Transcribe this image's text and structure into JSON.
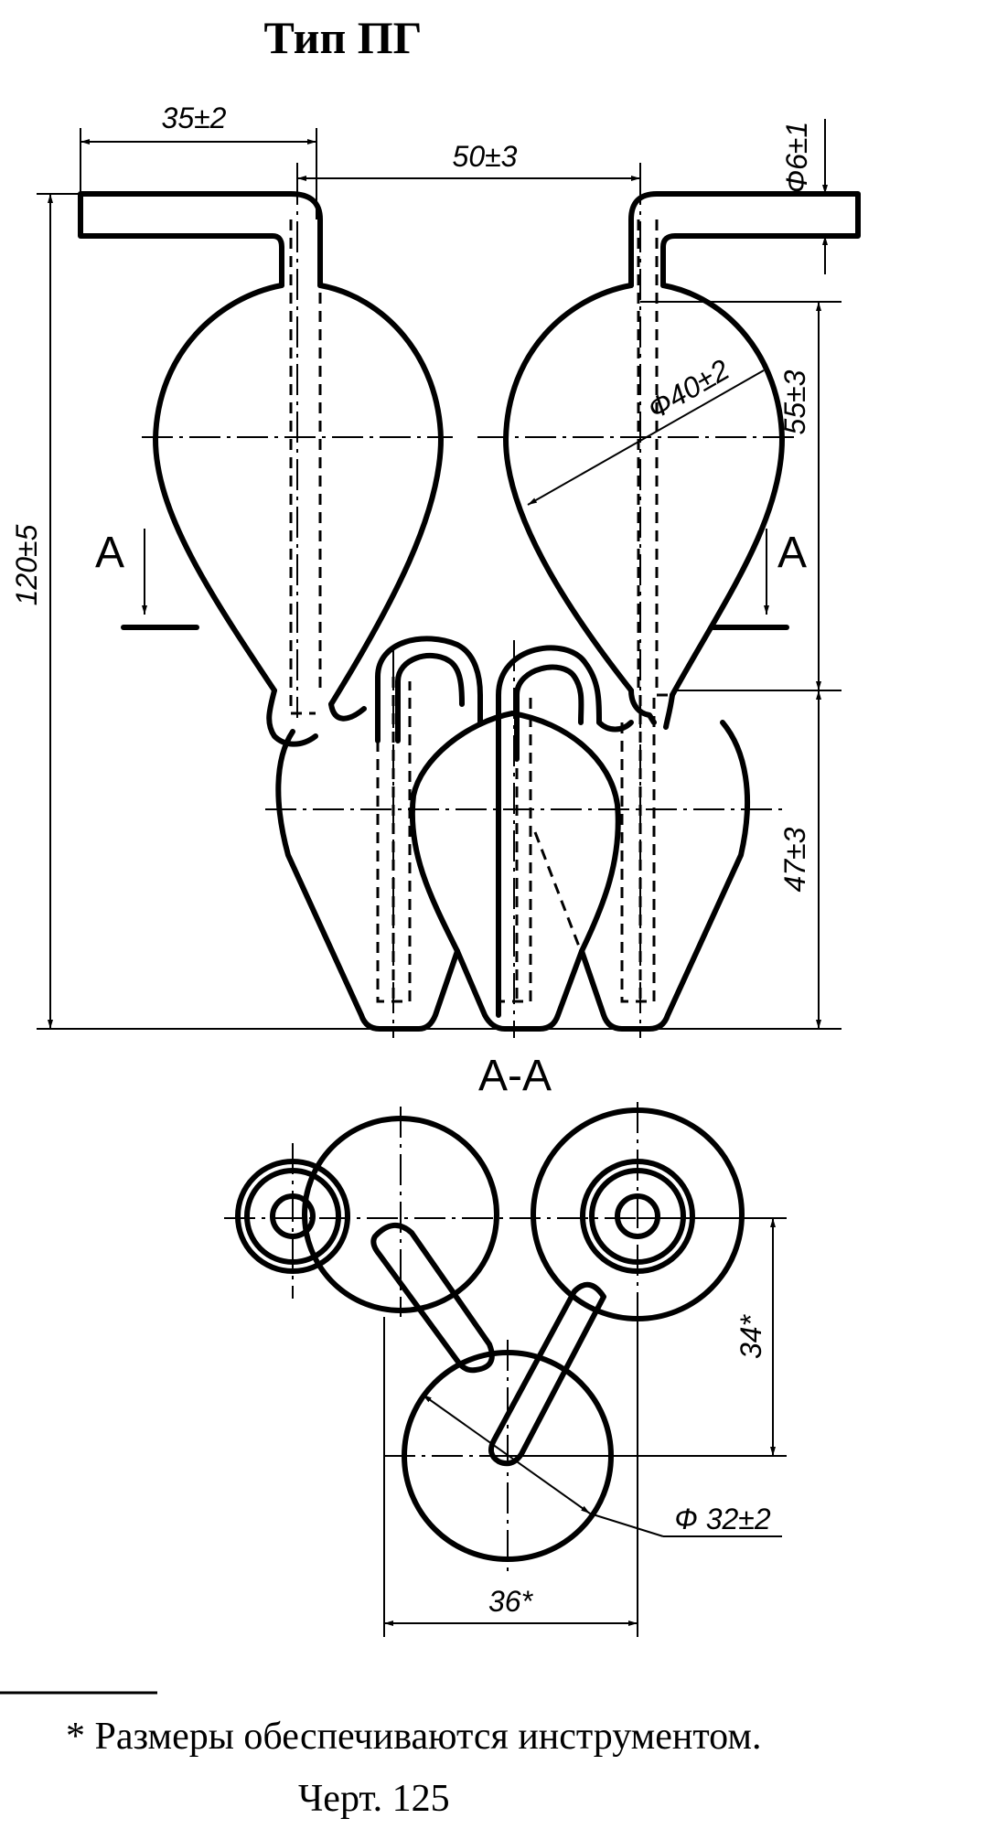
{
  "title": "Тип ПГ",
  "dimensions": {
    "top_left": "35±2",
    "top_middle": "50±3",
    "tube_diameter": "Ф6±1",
    "bulb_diameter": "Ф40±2",
    "upper_height": "55±3",
    "total_height": "120±5",
    "lower_height": "47±3",
    "section_offset": "34*",
    "lower_diameter": "Ф 32±2",
    "section_width": "36*"
  },
  "section": {
    "marker": "А",
    "label": "А-А"
  },
  "footnote": "* Размеры обеспечиваются инструментом.",
  "drawing_ref": "Черт. 125"
}
